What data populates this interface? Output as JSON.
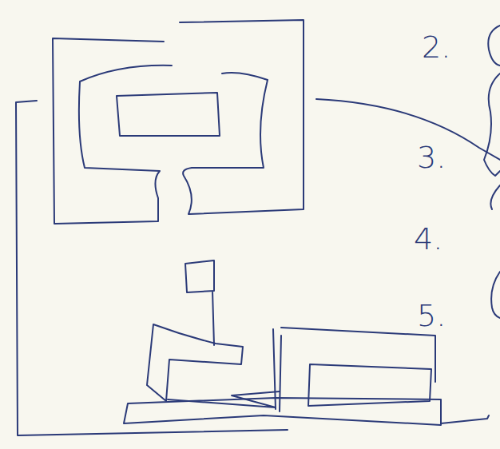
{
  "diagram": {
    "labels": [
      "2.",
      "3.",
      "4.",
      "5."
    ]
  }
}
